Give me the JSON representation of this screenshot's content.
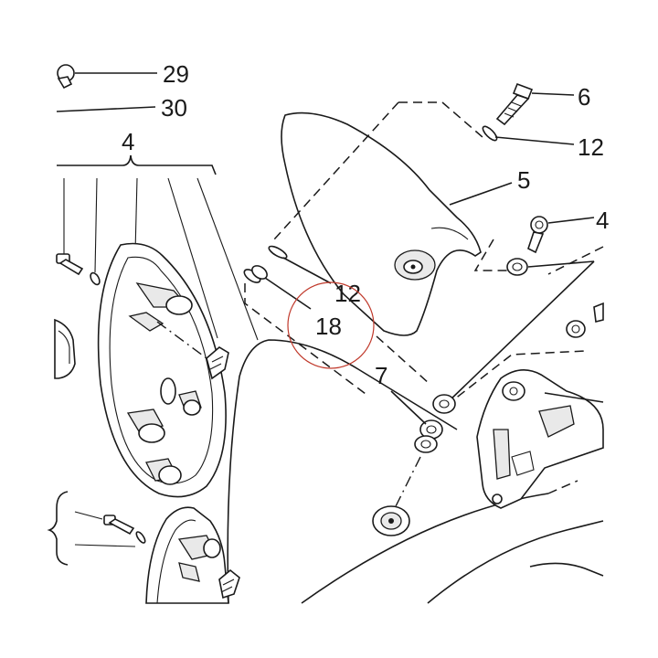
{
  "callouts": {
    "c29": "29",
    "c30": "30",
    "c4_group": "4",
    "c6": "6",
    "c12_top": "12",
    "c5": "5",
    "c4_right": "4",
    "c12_mid": "12",
    "c18": "18",
    "c7": "7"
  },
  "highlight": {
    "color": "#c0392b",
    "target": "18"
  },
  "line_color": "#1a1a1a"
}
